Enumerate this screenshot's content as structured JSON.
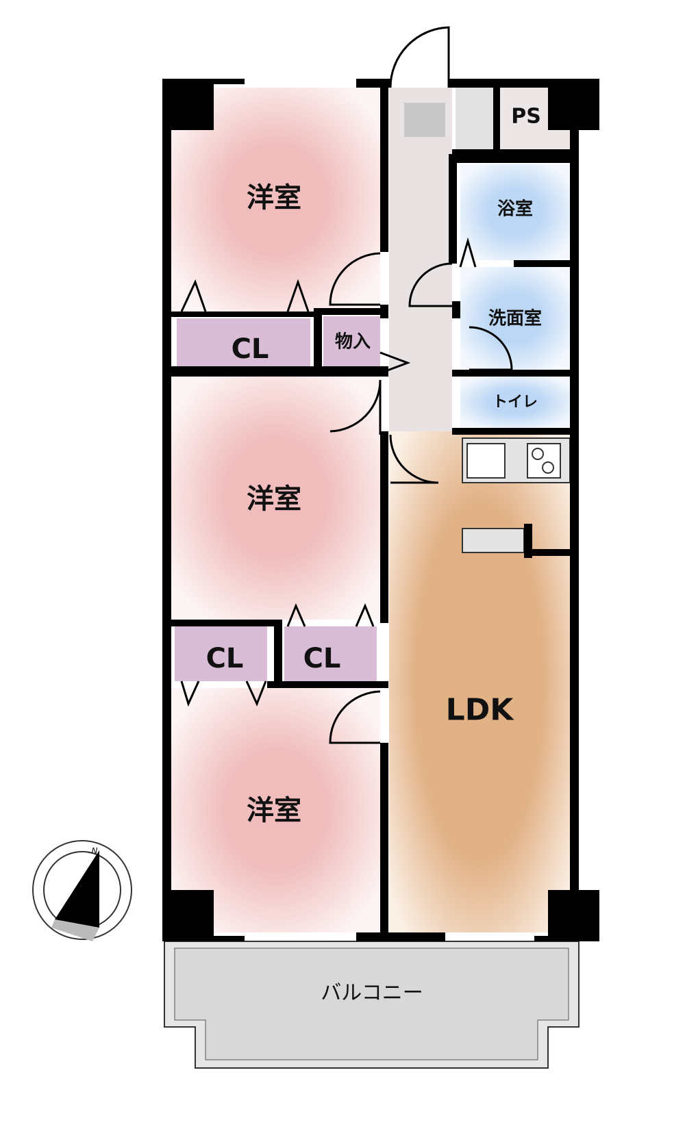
{
  "rooms": {
    "bedroom1": "洋室",
    "bedroom2": "洋室",
    "bedroom3": "洋室",
    "closet1": "CL",
    "closet2": "CL",
    "closet3": "CL",
    "storage": "物入",
    "ps": "PS",
    "bath": "浴室",
    "washroom": "洗面室",
    "toilet": "トイレ",
    "ldk": "LDK",
    "balcony": "バルコニー"
  },
  "compass": {
    "north_label": "N"
  },
  "colors": {
    "bedroom": "#f2c3c3",
    "closet": "#d9bcd6",
    "wet": "#bcd6f2",
    "ldk": "#e3b48a",
    "corridor": "#e6e0e0",
    "wall": "#000000"
  }
}
